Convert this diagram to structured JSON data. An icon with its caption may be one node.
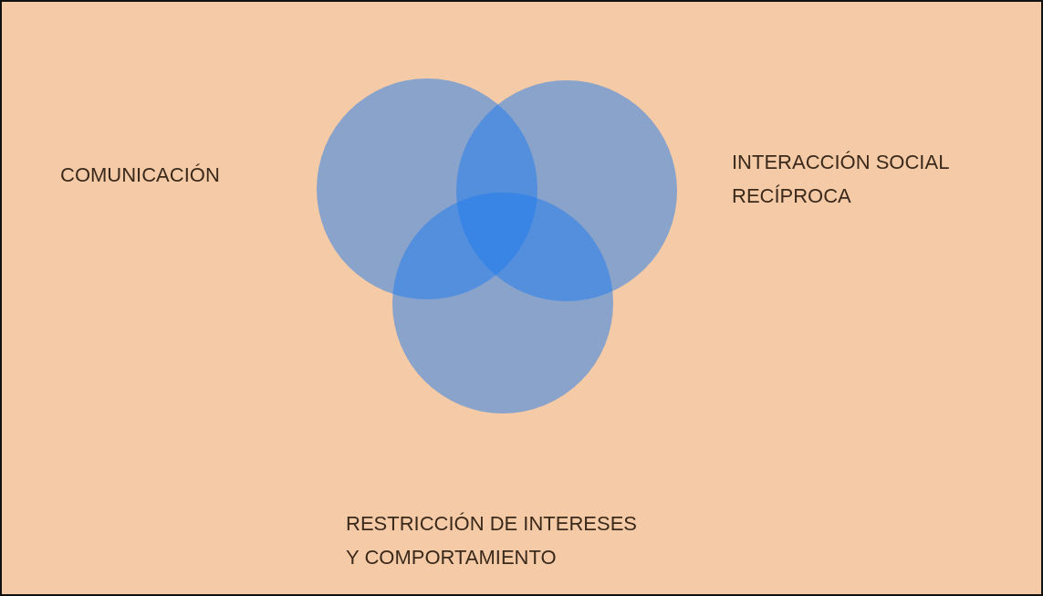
{
  "diagram": {
    "nodes": [
      {
        "text": [],
        "shape": "circle"
      },
      {
        "text": [],
        "shape": "circle"
      },
      {
        "text": [],
        "shape": "circle"
      }
    ],
    "edges": [],
    "labels": [
      "COMUNICACIÓN",
      "INTERACCIÓN SOCIAL RECÍPROCA",
      "RESTRICCIÓN DE INTERESES Y COMPORTAMIENTO"
    ]
  }
}
